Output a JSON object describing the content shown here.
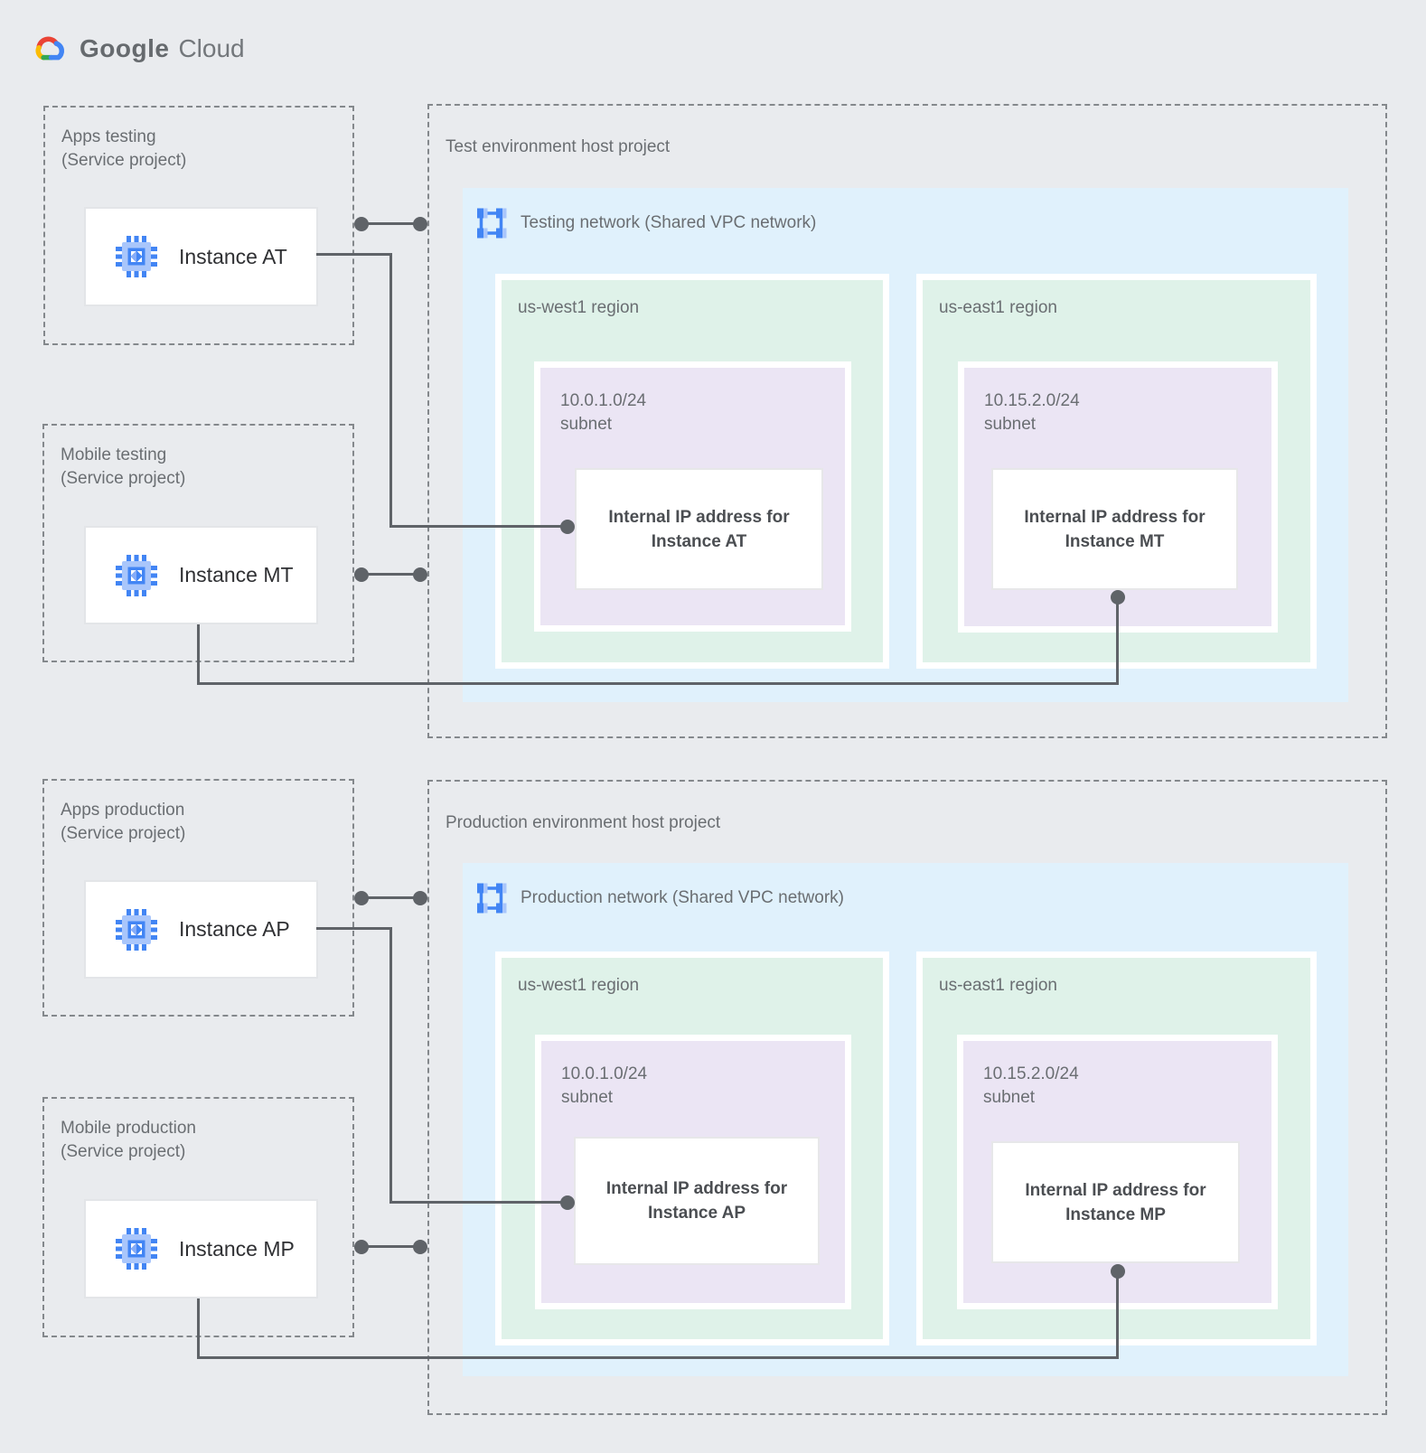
{
  "brand": {
    "google": "Google",
    "cloud": "Cloud"
  },
  "icons": {
    "logo": "google-cloud-logo-icon",
    "instance": "compute-engine-icon",
    "network": "vpc-network-icon",
    "endpoint": "connector-dot"
  },
  "colors": {
    "background": "#e9ebee",
    "network_fill": "#e0f1fc",
    "region_fill": "#dff2e9",
    "subnet_fill": "#ebe5f4",
    "connector": "#5f6368",
    "google_blue": "#4285f4",
    "icon_light_blue": "#a9c6fb",
    "label_gray": "#6a6e72",
    "logo_red": "#ea4335",
    "logo_yellow": "#fbbc05",
    "logo_green": "#34a853"
  },
  "service_projects": [
    {
      "name": "Apps testing",
      "qualifier": "(Service project)",
      "instance_label": "Instance AT"
    },
    {
      "name": "Mobile testing",
      "qualifier": "(Service project)",
      "instance_label": "Instance MT"
    },
    {
      "name": "Apps production",
      "qualifier": "(Service project)",
      "instance_label": "Instance AP"
    },
    {
      "name": "Mobile production",
      "qualifier": "(Service project)",
      "instance_label": "Instance MP"
    }
  ],
  "host_projects": [
    {
      "title": "Test environment host project",
      "network_label": "Testing network (Shared VPC network)",
      "regions": [
        {
          "name": "us-west1 region",
          "subnet_cidr": "10.0.1.0/24",
          "subnet_word": "subnet",
          "ip_line1": "Internal IP address for",
          "ip_line2": "Instance AT"
        },
        {
          "name": "us-east1 region",
          "subnet_cidr": "10.15.2.0/24",
          "subnet_word": "subnet",
          "ip_line1": "Internal IP address for",
          "ip_line2": "Instance MT"
        }
      ]
    },
    {
      "title": "Production environment host project",
      "network_label": "Production network (Shared VPC network)",
      "regions": [
        {
          "name": "us-west1 region",
          "subnet_cidr": "10.0.1.0/24",
          "subnet_word": "subnet",
          "ip_line1": "Internal IP address for",
          "ip_line2": "Instance AP"
        },
        {
          "name": "us-east1 region",
          "subnet_cidr": "10.15.2.0/24",
          "subnet_word": "subnet",
          "ip_line1": "Internal IP address for",
          "ip_line2": "Instance MP"
        }
      ]
    }
  ]
}
